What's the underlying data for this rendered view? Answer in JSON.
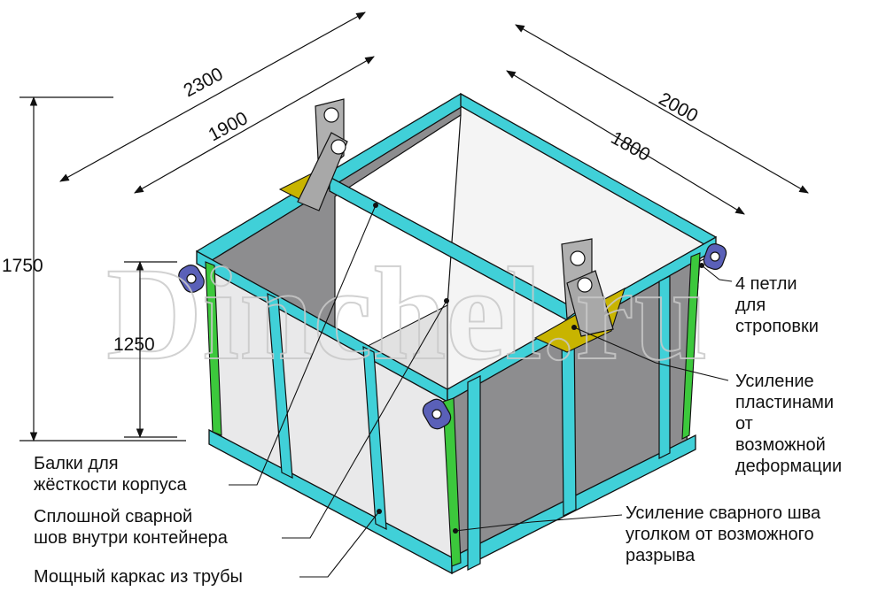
{
  "dimensions": {
    "d2300": "2300",
    "d1900": "1900",
    "d2000": "2000",
    "d1800": "1800",
    "d1750": "1750",
    "d1250": "1250"
  },
  "watermark": "Dinchel.ru",
  "callouts": {
    "loops": [
      "4 петли",
      "для",
      "строповки"
    ],
    "plates": [
      "Усиление",
      "пластинами",
      "от",
      "возможной",
      "деформации"
    ],
    "angle": [
      "Усиление сварного шва",
      "уголком от возможного",
      "разрыва"
    ],
    "beams": [
      "Балки для",
      "жёсткости корпуса"
    ],
    "weld": [
      "Сплошной сварной",
      "шов внутри контейнера"
    ],
    "frame": [
      "Мощный каркас из трубы"
    ]
  },
  "colors": {
    "frame": "#40d0d8",
    "panel_light": "#e9e9ea",
    "panel_dark": "#8d8d8f",
    "angle": "#3cc83c",
    "loop": "#5a60b8",
    "plate": "#c8b400",
    "lug": "#b0b0b0"
  }
}
